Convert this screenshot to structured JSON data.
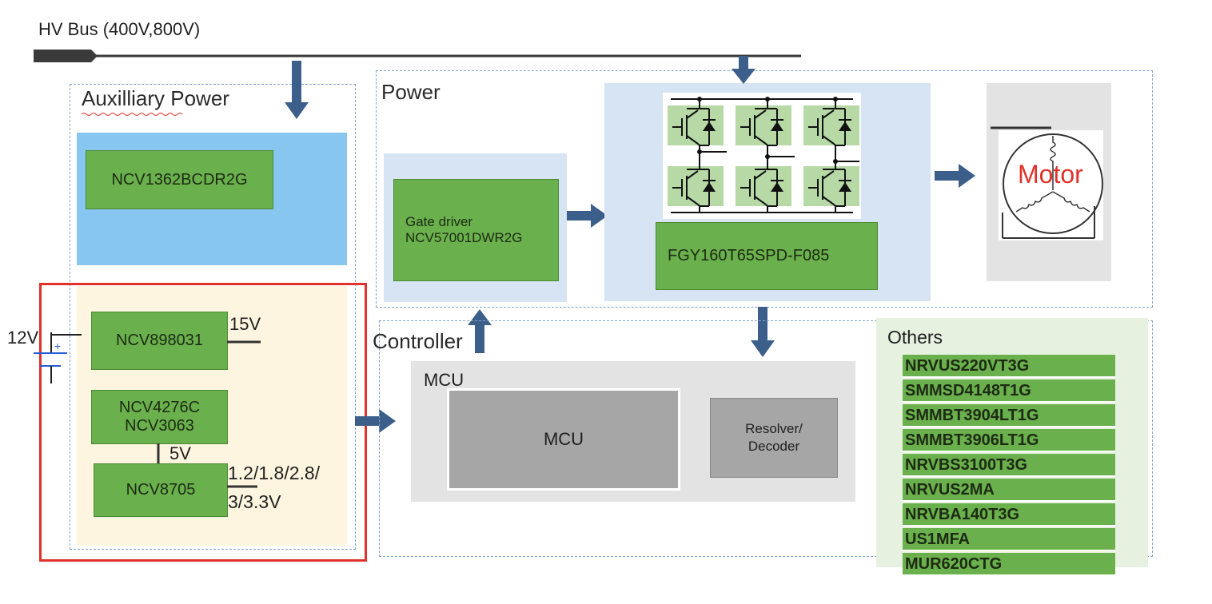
{
  "hv_bus": {
    "label": "HV Bus (400V,800V)"
  },
  "aux_power": {
    "title": "Auxilliary Power",
    "chip_top": "NCV1362BCDR2G",
    "chip_15v": "NCV898031",
    "chip_5v_line1": "NCV4276C",
    "chip_5v_line2": "NCV3063",
    "chip_ldo": "NCV8705",
    "label_12v": "12V",
    "label_15v": "15V",
    "label_5v": "5V",
    "label_lv_line1": "1.2/1.8/2.8/",
    "label_lv_line2": "3/3.3V"
  },
  "power": {
    "title": "Power",
    "gate_driver_line1": "Gate driver",
    "gate_driver_line2": "NCV57001DWR2G",
    "igbt_part": "FGY160T65SPD-F085",
    "motor_label": "Motor"
  },
  "controller": {
    "title": "Controller",
    "mcu_group_label": "MCU",
    "mcu_label": "MCU",
    "resolver_line1": "Resolver/",
    "resolver_line2": "Decoder"
  },
  "others": {
    "title": "Others",
    "parts": [
      "NRVUS220VT3G",
      "SMMSD4148T1G",
      "SMMBT3904LT1G",
      "SMMBT3906LT1G",
      "NRVBS3100T3G",
      "NRVUS2MA",
      "NRVBA140T3G",
      "US1MFA",
      "MUR620CTG"
    ]
  },
  "colors": {
    "green_block": "#6ab04c",
    "arrow": "#3b5f8a",
    "highlight_border": "#e0322a",
    "aux_blue": "#87c6ef",
    "aux_cream": "#fdf5df",
    "power_light_blue": "#d6e4f3",
    "motor_red": "#e0322a"
  }
}
